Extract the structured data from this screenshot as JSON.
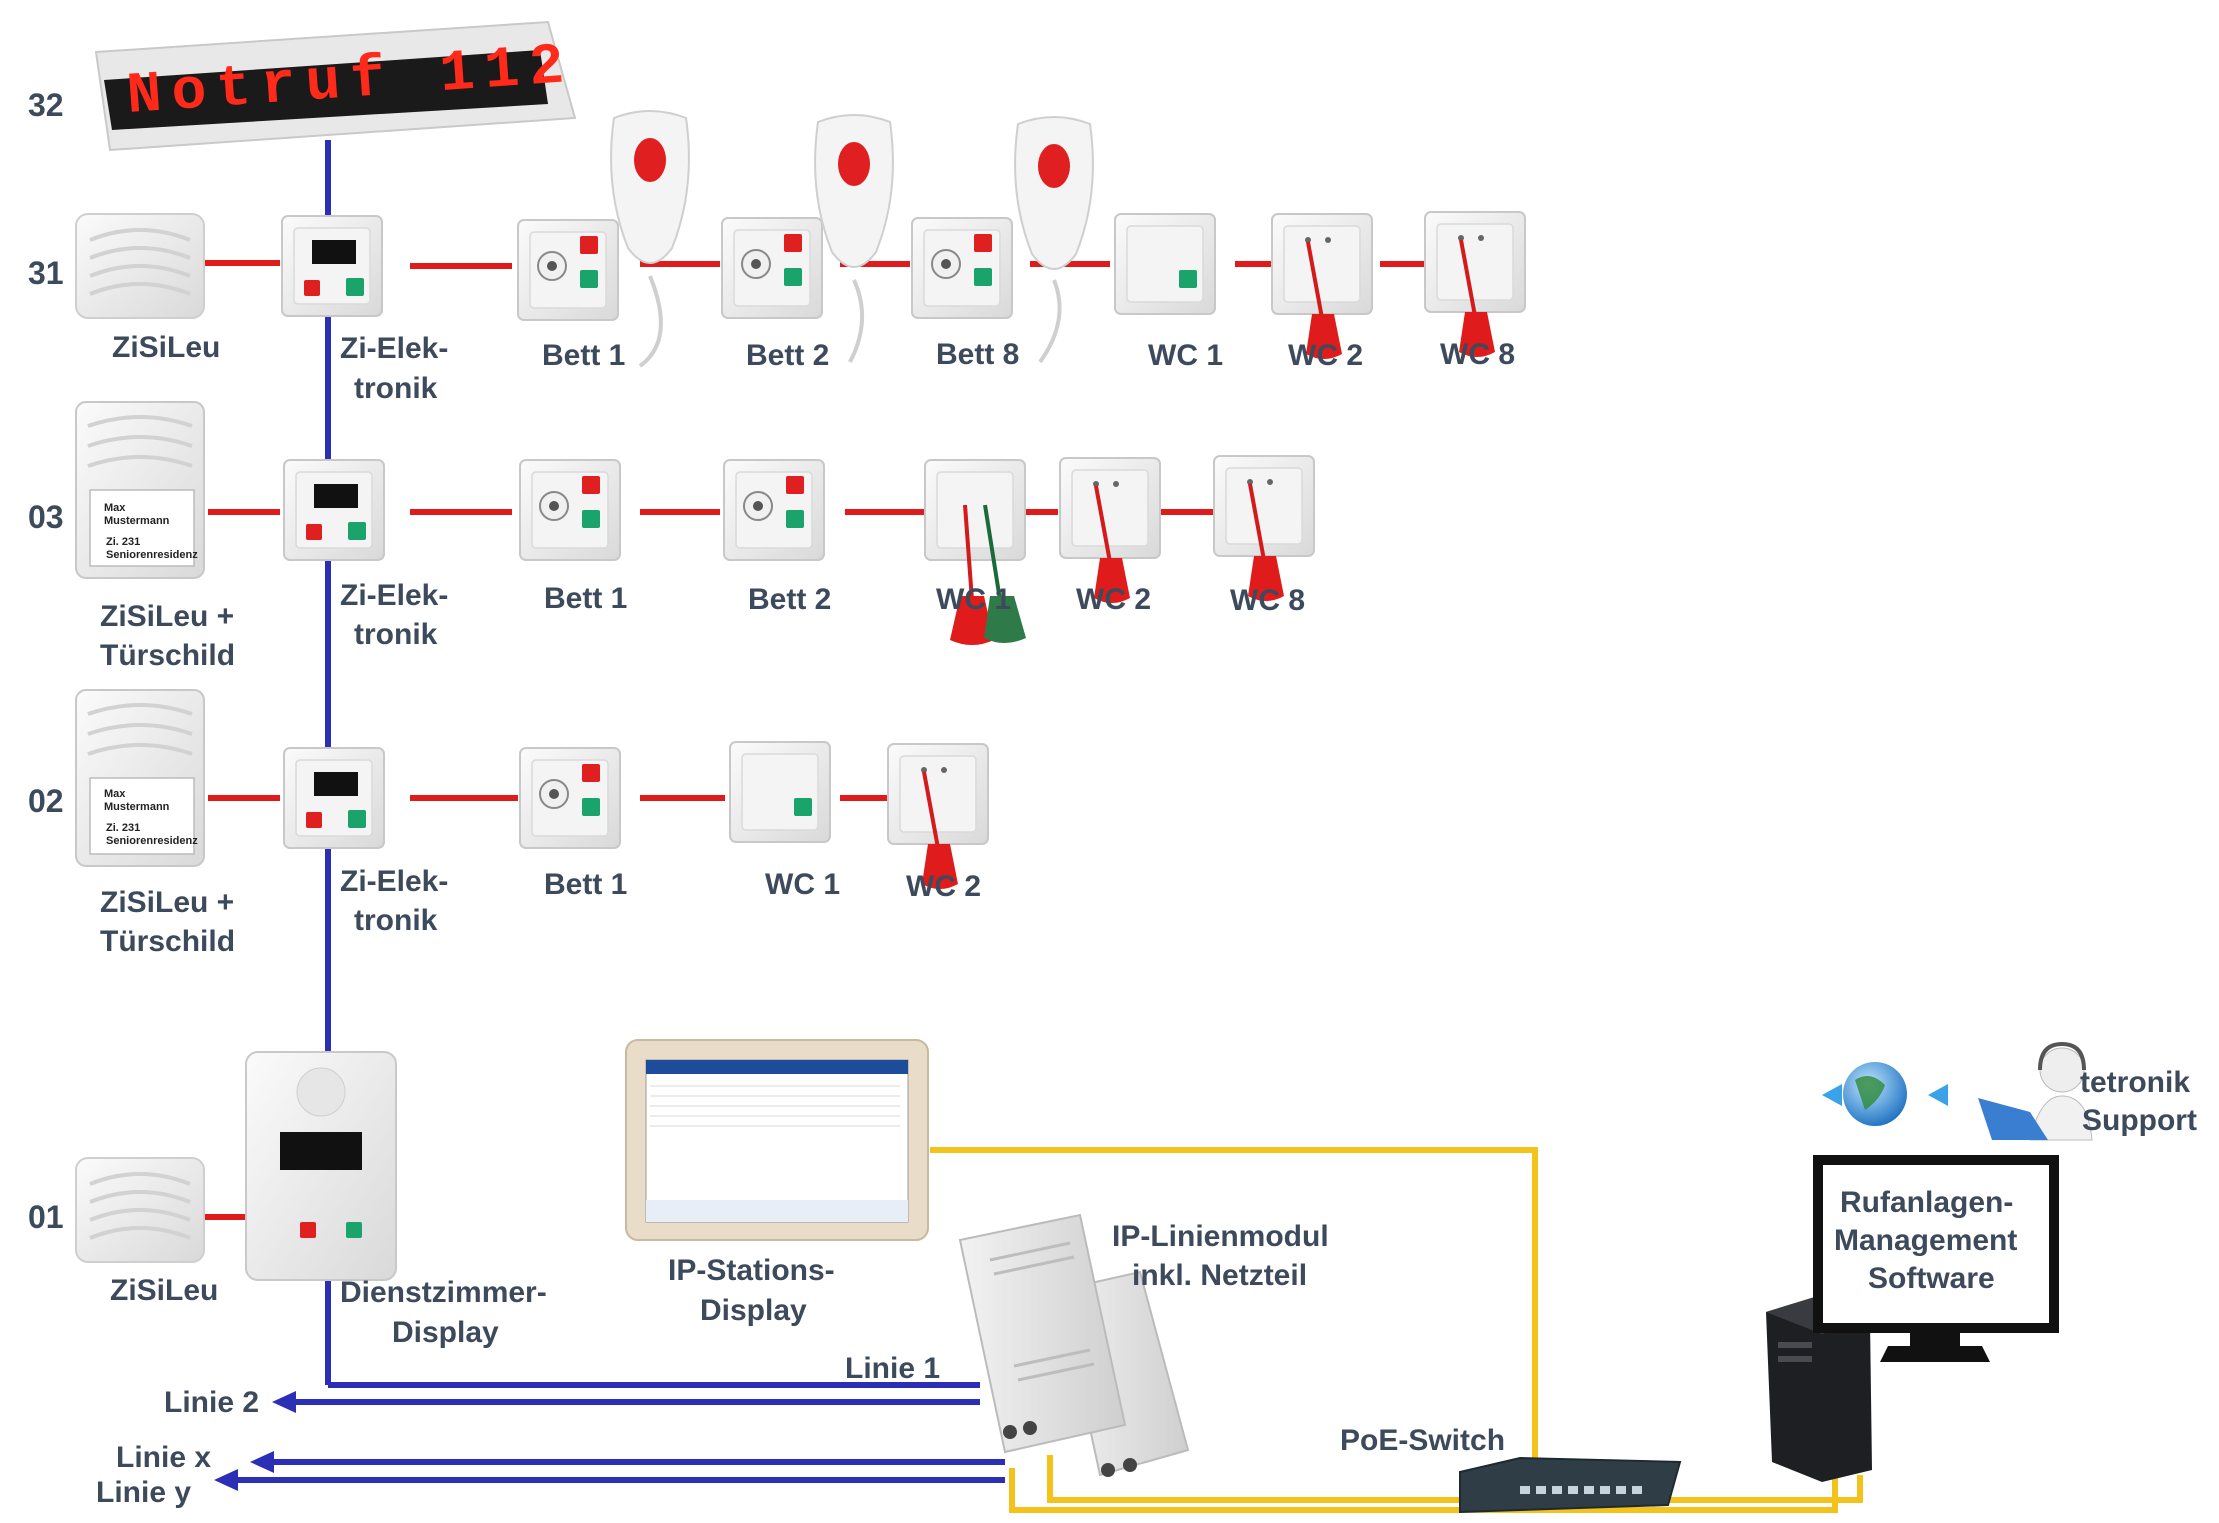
{
  "colors": {
    "bus_red": "#e01b1b",
    "bus_blue": "#2b2fb5",
    "ip_yellow": "#f3c21b",
    "label": "#3d4a5c",
    "led_text": "#ff2a1a"
  },
  "sign": {
    "text": "Notruf 112"
  },
  "rows": {
    "r32": "32",
    "r31": "31",
    "r03": "03",
    "r02": "02",
    "r01": "01"
  },
  "devices": {
    "zisileu": "ZiSiLeu",
    "zisileu_ts_1": "ZiSiLeu +",
    "zisileu_ts_2": "Türschild",
    "zi_elek_1": "Zi-Elek-",
    "zi_elek_2": "tronik",
    "bett1": "Bett 1",
    "bett2": "Bett 2",
    "bett8": "Bett 8",
    "wc1": "WC 1",
    "wc2": "WC 2",
    "wc8": "WC 8",
    "dienst_1": "Dienstzimmer-",
    "dienst_2": "Display",
    "ipstat_1": "IP-Stations-",
    "ipstat_2": "Display",
    "iplm_1": "IP-Linienmodul",
    "iplm_2": "inkl. Netzteil",
    "poe": "PoE-Switch",
    "support_1": "tetronik",
    "support_2": "Support",
    "rms_1": "Rufanlagen-",
    "rms_2": "Management",
    "rms_3": "Software"
  },
  "doorsign": {
    "name1": "Max",
    "name2": "Mustermann",
    "room": "Zi. 231",
    "place": "Seniorenresidenz"
  },
  "lines": {
    "l1": "Linie 1",
    "l2": "Linie 2",
    "lx": "Linie x",
    "ly": "Linie y"
  }
}
